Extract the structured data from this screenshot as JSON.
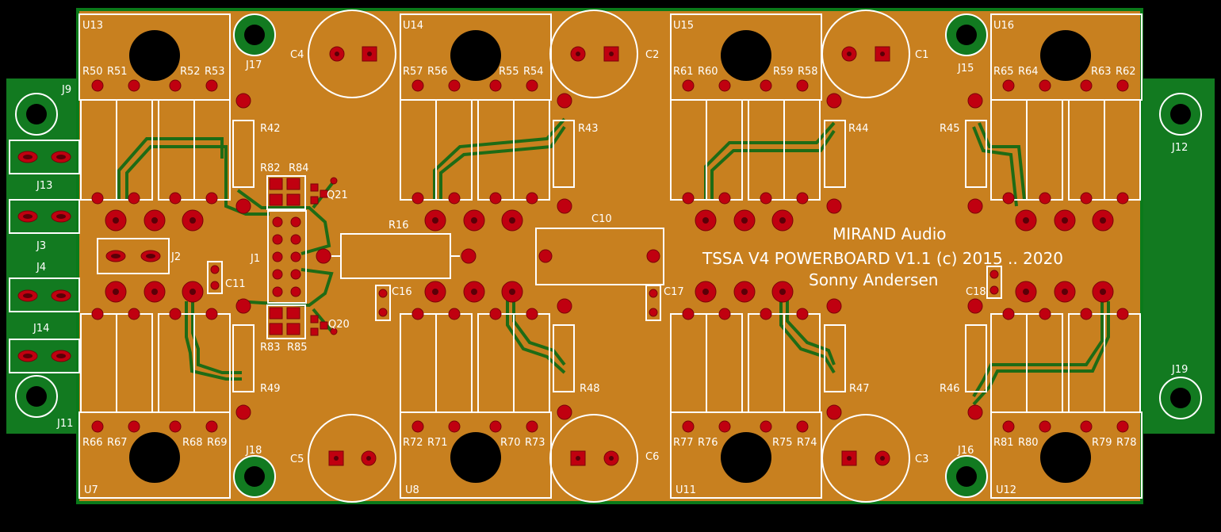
{
  "title": "MIRAND Audio",
  "subtitle": "TSSA V4 POWERBOARD V1.1 (c) 2015 .. 2020",
  "author": "Sonny Andersen",
  "colors": {
    "background": "#000000",
    "board": "#C8801F",
    "board_edge": "#0A7A1A",
    "green_tab": "#127A20",
    "silk": "#FFFFFF",
    "pad": "#C00010",
    "pad_dark": "#5A0008",
    "trace": "#1E6B15",
    "hole": "#000000"
  },
  "labels": {
    "U13": "U13",
    "U14": "U14",
    "U15": "U15",
    "U16": "U16",
    "U7": "U7",
    "U8": "U8",
    "U11": "U11",
    "U12": "U12",
    "C1": "C1",
    "C2": "C2",
    "C3": "C3",
    "C4": "C4",
    "C5": "C5",
    "C6": "C6",
    "C10": "C10",
    "C11": "C11",
    "C16": "C16",
    "C17": "C17",
    "C18": "C18",
    "J1": "J1",
    "J2": "J2",
    "J3": "J3",
    "J4": "J4",
    "J9": "J9",
    "J11": "J11",
    "J12": "J12",
    "J13": "J13",
    "J14": "J14",
    "J15": "J15",
    "J16": "J16",
    "J17": "J17",
    "J18": "J18",
    "J19": "J19",
    "R16": "R16",
    "R42": "R42",
    "R43": "R43",
    "R44": "R44",
    "R45": "R45",
    "R46": "R46",
    "R47": "R47",
    "R48": "R48",
    "R49": "R49",
    "R50": "R50",
    "R51": "R51",
    "R52": "R52",
    "R53": "R53",
    "R54": "R54",
    "R55": "R55",
    "R56": "R56",
    "R57": "R57",
    "R58": "R58",
    "R59": "R59",
    "R60": "R60",
    "R61": "R61",
    "R62": "R62",
    "R63": "R63",
    "R64": "R64",
    "R65": "R65",
    "R66": "R66",
    "R67": "R67",
    "R68": "R68",
    "R69": "R69",
    "R70": "R70",
    "R71": "R71",
    "R72": "R72",
    "R73": "R73",
    "R74": "R74",
    "R75": "R75",
    "R76": "R76",
    "R77": "R77",
    "R78": "R78",
    "R79": "R79",
    "R80": "R80",
    "R81": "R81",
    "R82": "R82",
    "R83": "R83",
    "R84": "R84",
    "R85": "R85",
    "Q20": "Q20",
    "Q21": "Q21"
  }
}
